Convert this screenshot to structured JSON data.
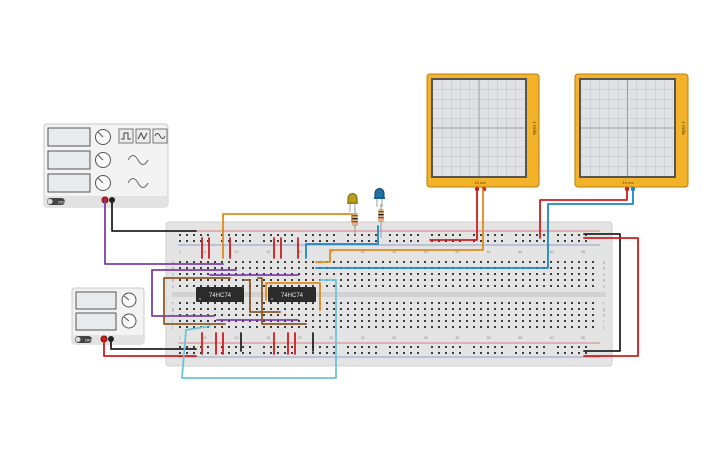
{
  "workspace": {
    "background_color": "#ffffff"
  },
  "function_generator": {
    "output_label": "OFF",
    "waveform_icons": [
      "square-wave-icon",
      "triangle-wave-icon",
      "sine-wave-icon"
    ],
    "terminal_colors": [
      "#d01c1c",
      "#222222"
    ]
  },
  "power_supply": {
    "output_label": "OFF",
    "terminal_colors": [
      "#d01c1c",
      "#222222"
    ]
  },
  "oscilloscopes": [
    {
      "side_label": "1 V/div",
      "bottom_label": "10 ms"
    },
    {
      "side_label": "1 V/div",
      "bottom_label": "10 ms"
    }
  ],
  "chips": [
    {
      "label": "74HC74"
    },
    {
      "label": "74HC74"
    }
  ],
  "leds": [
    {
      "color": "#b8a21c"
    },
    {
      "color": "#1f6fa0"
    }
  ],
  "breadboard": {
    "column_numbers_top": [
      "1",
      "5",
      "10",
      "15",
      "20",
      "25",
      "30",
      "35",
      "40",
      "45",
      "50",
      "55",
      "60",
      "65"
    ],
    "column_numbers_bottom": [
      "1",
      "5",
      "10",
      "15",
      "20",
      "25",
      "30",
      "35",
      "40",
      "45",
      "50",
      "55",
      "60",
      "65"
    ],
    "row_letters_top": [
      "a",
      "b",
      "c",
      "d",
      "e"
    ],
    "row_letters_bottom": [
      "f",
      "g",
      "h",
      "i",
      "j"
    ]
  },
  "wire_colors": {
    "power": "#d01c1c",
    "ground": "#222222",
    "orange": "#e08a1c",
    "blue": "#1c86c8",
    "purple": "#7a3fa8",
    "brown": "#8b5a2b",
    "cyan": "#6cc4d4"
  }
}
